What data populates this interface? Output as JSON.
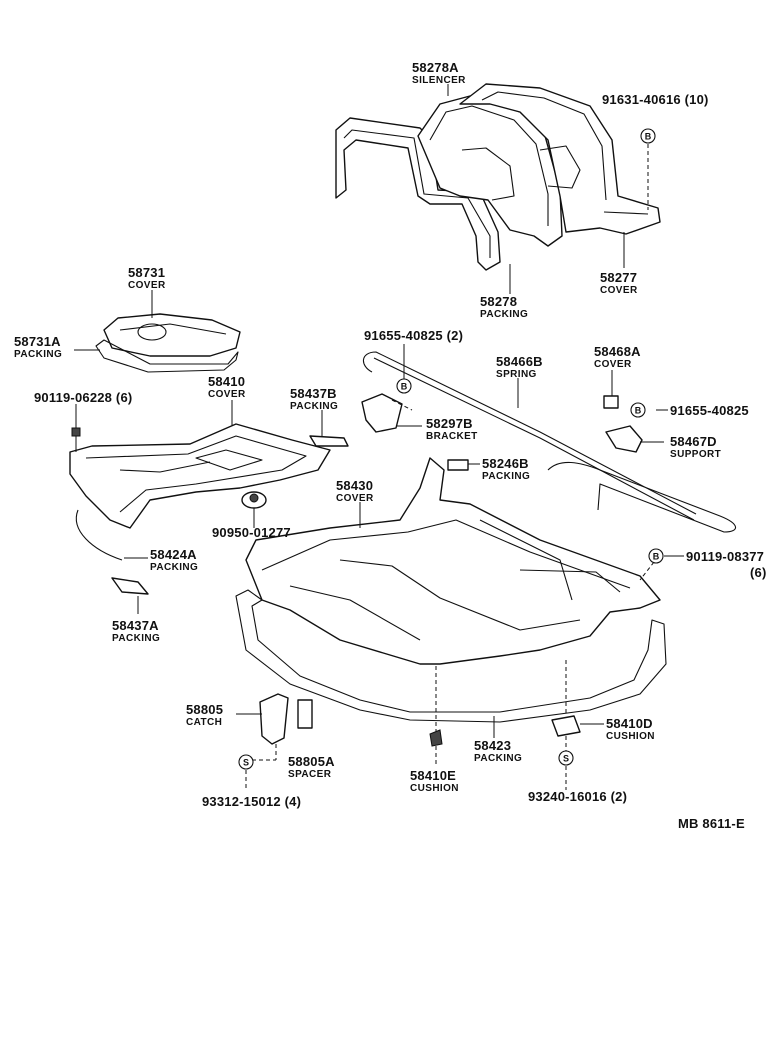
{
  "diagram": {
    "callouts": [
      {
        "id": "c58278A",
        "part": "58278A",
        "name": "SILENCER"
      },
      {
        "id": "c91631",
        "part": "91631-40616 (10)",
        "name": ""
      },
      {
        "id": "c58731",
        "part": "58731",
        "name": "COVER"
      },
      {
        "id": "c58731A",
        "part": "58731A",
        "name": "PACKING"
      },
      {
        "id": "c58277",
        "part": "58277",
        "name": "COVER"
      },
      {
        "id": "c58278",
        "part": "58278",
        "name": "PACKING"
      },
      {
        "id": "c91655a",
        "part": "91655-40825 (2)",
        "name": ""
      },
      {
        "id": "c58466B",
        "part": "58466B",
        "name": "SPRING"
      },
      {
        "id": "c58468A",
        "part": "58468A",
        "name": "COVER"
      },
      {
        "id": "c90119a",
        "part": "90119-06228 (6)",
        "name": ""
      },
      {
        "id": "c58410",
        "part": "58410",
        "name": "COVER"
      },
      {
        "id": "c58437B",
        "part": "58437B",
        "name": "PACKING"
      },
      {
        "id": "c58297B",
        "part": "58297B",
        "name": "BRACKET"
      },
      {
        "id": "c91655b",
        "part": "91655-40825",
        "name": ""
      },
      {
        "id": "c58467D",
        "part": "58467D",
        "name": "SUPPORT"
      },
      {
        "id": "c58246B",
        "part": "58246B",
        "name": "PACKING"
      },
      {
        "id": "c58430",
        "part": "58430",
        "name": "COVER"
      },
      {
        "id": "c90950",
        "part": "90950-01277",
        "name": ""
      },
      {
        "id": "c90119b",
        "part": "90119-08377",
        "name": ""
      },
      {
        "id": "c90119b6",
        "part": "(6)",
        "name": ""
      },
      {
        "id": "c58424A",
        "part": "58424A",
        "name": "PACKING"
      },
      {
        "id": "c58437A",
        "part": "58437A",
        "name": "PACKING"
      },
      {
        "id": "c58805",
        "part": "58805",
        "name": "CATCH"
      },
      {
        "id": "c58805A",
        "part": "58805A",
        "name": "SPACER"
      },
      {
        "id": "c58410D",
        "part": "58410D",
        "name": "CUSHION"
      },
      {
        "id": "c58423",
        "part": "58423",
        "name": "PACKING"
      },
      {
        "id": "c58410E",
        "part": "58410E",
        "name": "CUSHION"
      },
      {
        "id": "c93312",
        "part": "93312-15012 (4)",
        "name": ""
      },
      {
        "id": "c93240",
        "part": "93240-16016 (2)",
        "name": ""
      }
    ],
    "symbols": {
      "b": "B",
      "s": "S"
    },
    "footer_code": "MB  8611-E"
  }
}
